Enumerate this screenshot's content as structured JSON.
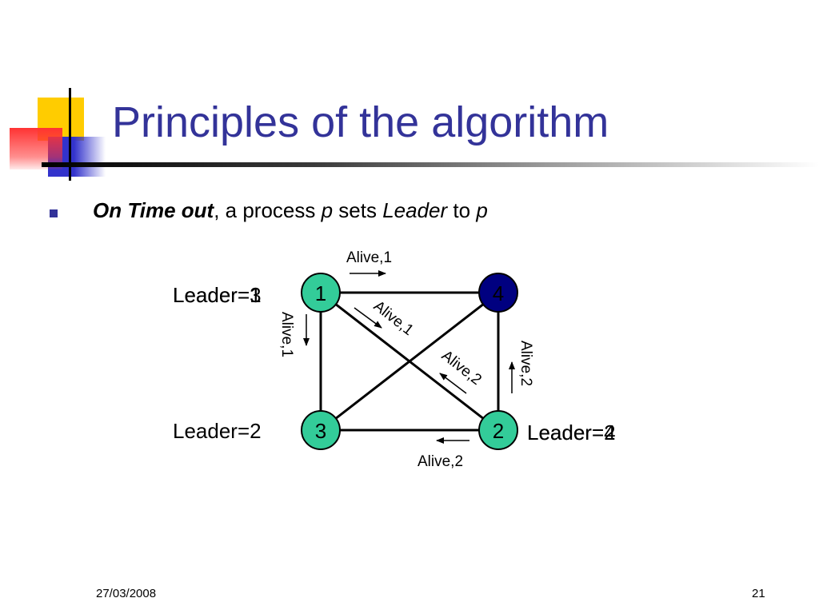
{
  "colors": {
    "title": "#333399",
    "bullet": "#333399",
    "node_fill": "#33CC99",
    "node_highlight_fill": "#000080",
    "deco_yellow": "#FFCC00",
    "deco_red": "#FF3333",
    "deco_blue": "#3333CC"
  },
  "slide": {
    "title": "Principles of the algorithm",
    "bullet": {
      "marker": "square",
      "part_bold_italic": "On Time out",
      "part_text1": ", a process ",
      "part_italic_p": "p",
      "part_text2": " sets ",
      "part_italic_leader": "Leader",
      "part_text3": " to ",
      "part_italic_p2": "p"
    },
    "footer": {
      "date": "27/03/2008",
      "page": "21"
    }
  },
  "diagram": {
    "nodes": [
      {
        "id": "1",
        "label": "1",
        "highlight": false
      },
      {
        "id": "4",
        "label": "4",
        "highlight": true
      },
      {
        "id": "3",
        "label": "3",
        "highlight": false
      },
      {
        "id": "2",
        "label": "2",
        "highlight": false
      }
    ],
    "edges": [
      [
        "1",
        "4"
      ],
      [
        "1",
        "3"
      ],
      [
        "1",
        "2"
      ],
      [
        "4",
        "3"
      ],
      [
        "4",
        "2"
      ],
      [
        "3",
        "2"
      ]
    ],
    "leader_labels": {
      "node1_overlap": [
        "Leader=1",
        "Leader=3"
      ],
      "node3": "Leader=2",
      "node2_overlap": [
        "Leader=4",
        "Leader=2"
      ]
    },
    "messages": {
      "top": "Alive,1",
      "left": "Alive,1",
      "diag_1_2": "Alive,1",
      "diag_2_1": "Alive,2",
      "right": "Alive,2",
      "bottom": "Alive,2"
    }
  }
}
